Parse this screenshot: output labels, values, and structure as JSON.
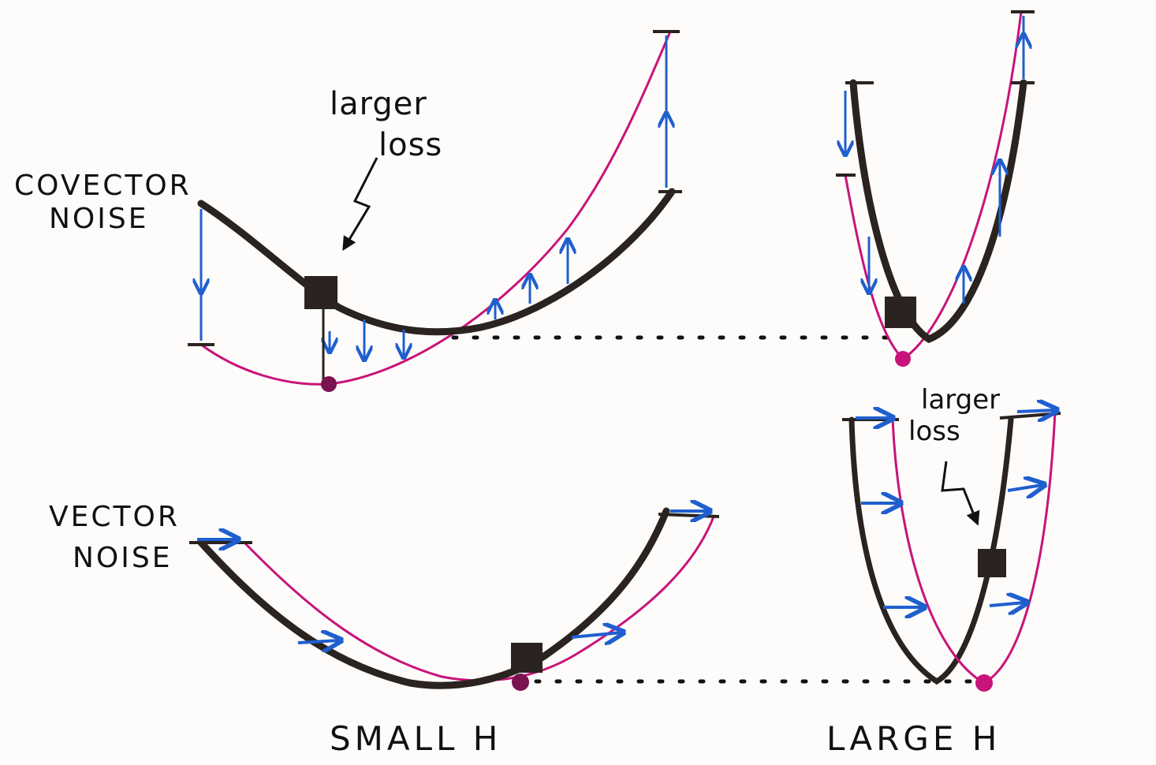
{
  "labels": {
    "covector_noise_line1": "COVECTOR",
    "covector_noise_line2": "NOISE",
    "vector_noise_line1": "VECTOR",
    "vector_noise_line2": "NOISE",
    "larger_loss_top_line1": "larger",
    "larger_loss_top_line2": "loss",
    "larger_loss_bottom_line1": "larger",
    "larger_loss_bottom_line2": "loss",
    "small_h": "SMALL H",
    "large_h": "LARGE H"
  },
  "colors": {
    "original_curve": "#2a231f",
    "shifted_curve": "#c8137a",
    "arrow": "#1f5fcf",
    "ink": "#111111"
  }
}
